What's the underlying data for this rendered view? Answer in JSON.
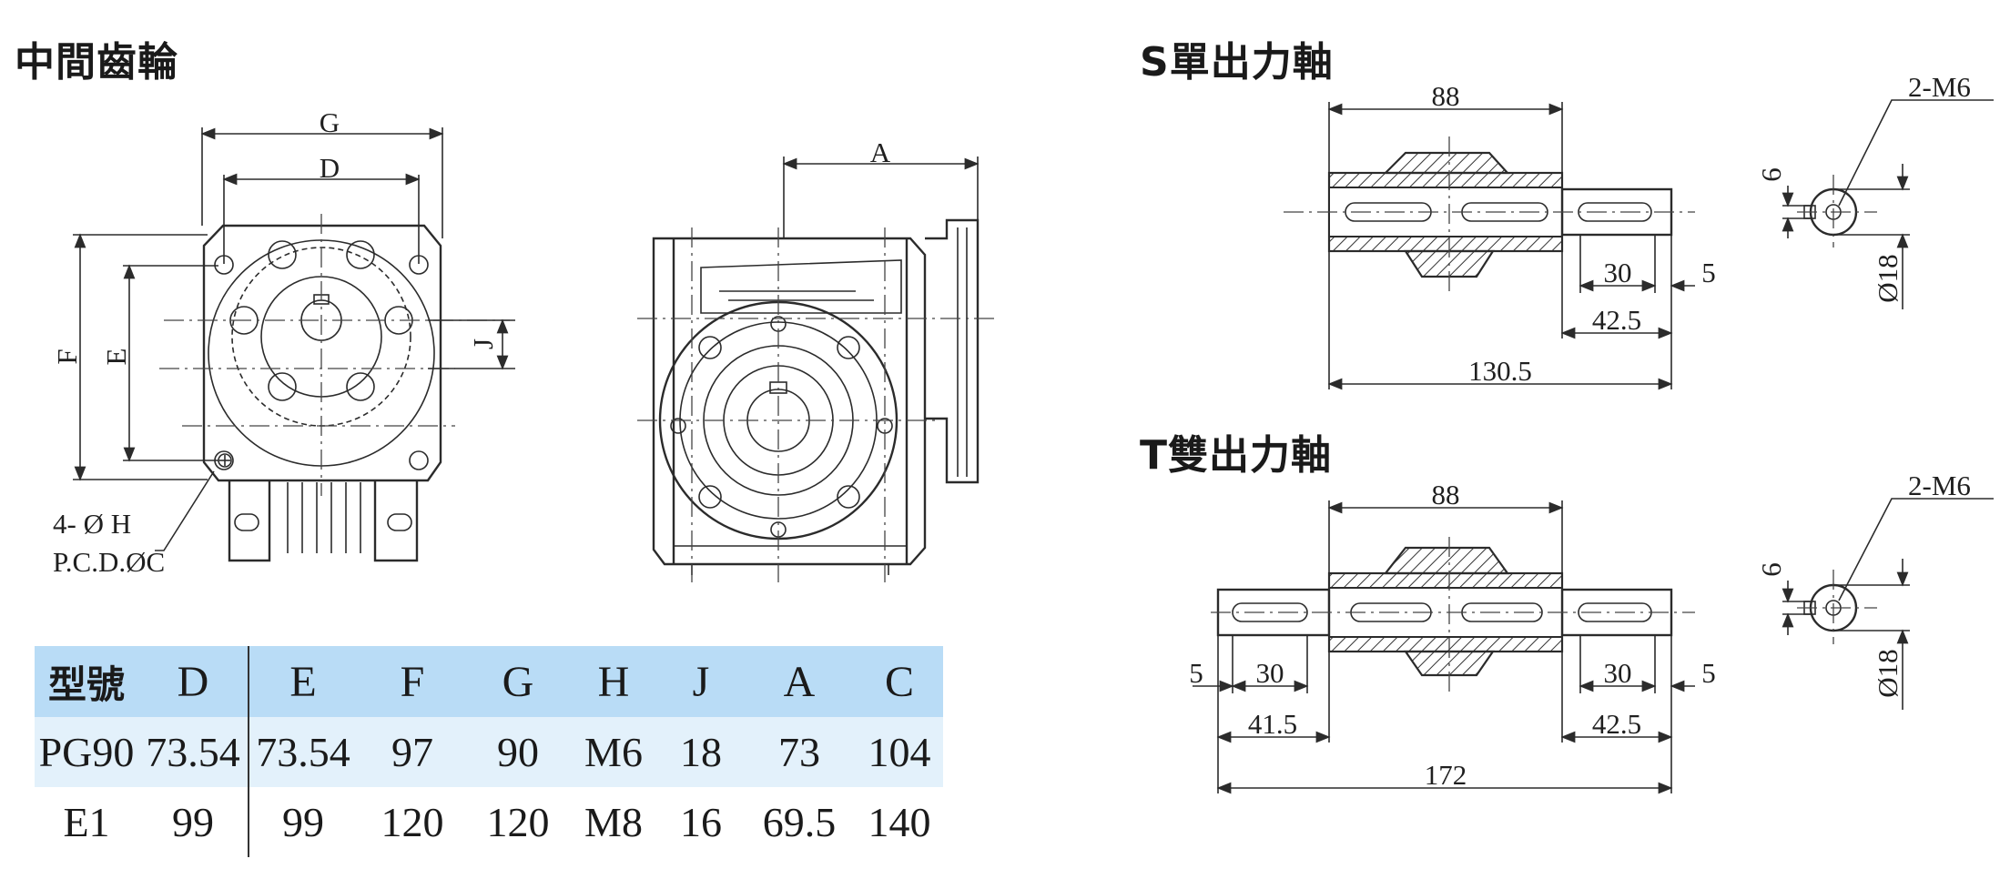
{
  "headings": {
    "idler": "中間齒輪",
    "single": "S單出力軸",
    "double": "T雙出力軸"
  },
  "idler_labels": {
    "g": "G",
    "d": "D",
    "f": "F",
    "e": "E",
    "j": "J",
    "a": "A",
    "holes": "4- Ø H",
    "pcd": "P.C.D.ØC"
  },
  "single_shaft": {
    "dim_88": "88",
    "dim_30": "30",
    "dim_5": "5",
    "dim_42_5": "42.5",
    "dim_130_5": "130.5",
    "thread": "2-M6",
    "key": "6",
    "dia": "Ø18"
  },
  "double_shaft": {
    "dim_88": "88",
    "dim_5_left": "5",
    "dim_30_left": "30",
    "dim_41_5": "41.5",
    "dim_30_right": "30",
    "dim_5_right": "5",
    "dim_42_5": "42.5",
    "dim_172": "172",
    "thread": "2-M6",
    "key": "6",
    "dia": "Ø18"
  },
  "spec_table": {
    "headers": [
      "型號",
      "D",
      "E",
      "F",
      "G",
      "H",
      "J",
      "A",
      "C"
    ],
    "rows": [
      [
        "PG90",
        "73.54",
        "73.54",
        "97",
        "90",
        "M6",
        "18",
        "73",
        "104"
      ],
      [
        "E1",
        "99",
        "99",
        "120",
        "120",
        "M8",
        "16",
        "69.5",
        "140"
      ]
    ]
  },
  "colors": {
    "table_header": "#b9dcf6",
    "table_row_shaded": "#e3f1fb",
    "line": "#2b2b2b"
  }
}
